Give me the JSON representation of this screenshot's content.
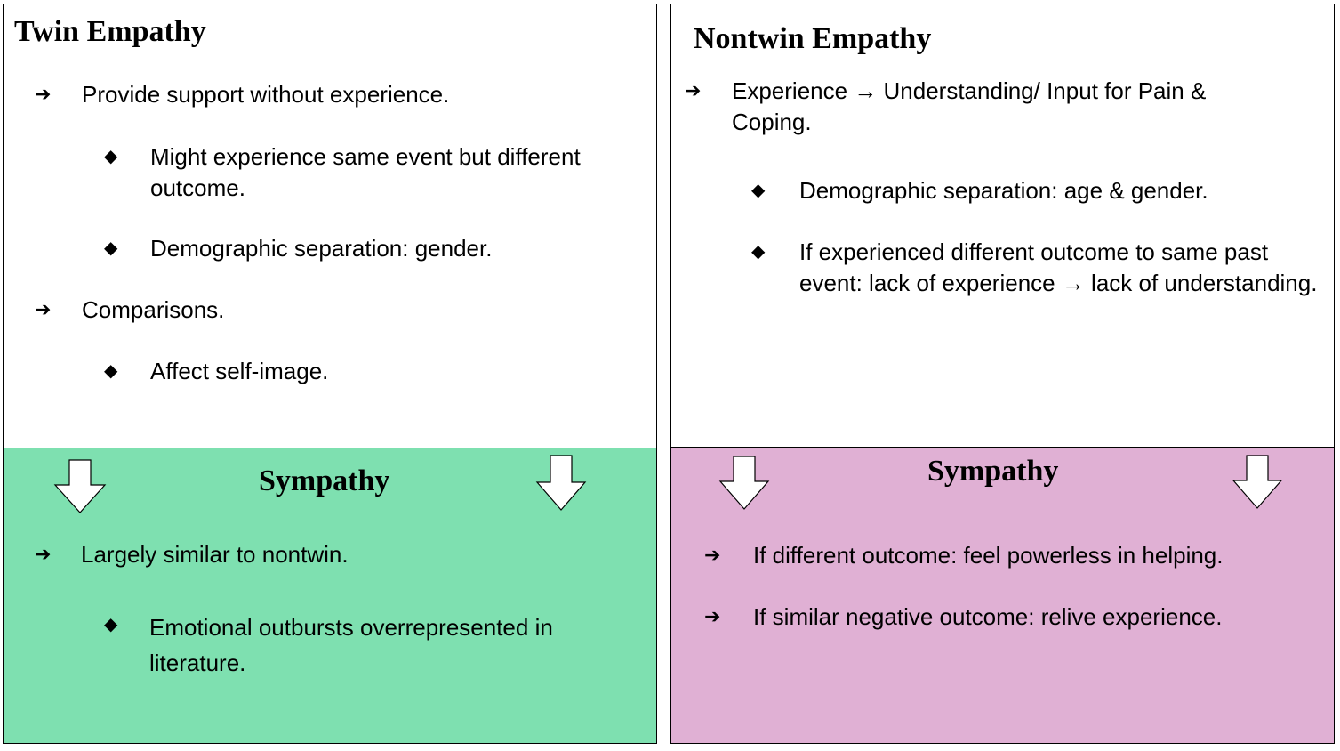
{
  "twin_empathy": {
    "title": "Twin Empathy",
    "items": [
      {
        "marker": "➔",
        "text": "Provide support without experience."
      },
      {
        "marker": "◆",
        "text": "Might experience same event but different outcome."
      },
      {
        "marker": "◆",
        "text": "Demographic separation: gender."
      },
      {
        "marker": "➔",
        "text": "Comparisons."
      },
      {
        "marker": "◆",
        "text": "Affect self-image."
      }
    ]
  },
  "nontwin_empathy": {
    "title": "Nontwin Empathy",
    "items": [
      {
        "marker": "➔",
        "text": "Experience → Understanding/ Input for Pain & Coping."
      },
      {
        "marker": "◆",
        "text": "Demographic separation: age & gender."
      },
      {
        "marker": "◆",
        "text": "If experienced different outcome to same past event: lack of experience → lack of understanding."
      }
    ]
  },
  "twin_sympathy": {
    "title": "Sympathy",
    "items": [
      {
        "marker": "➔",
        "text": "Largely similar to nontwin."
      },
      {
        "marker": "◆",
        "text": "Emotional outbursts overrepresented in literature."
      }
    ]
  },
  "nontwin_sympathy": {
    "title": "Sympathy",
    "items": [
      {
        "marker": "➔",
        "text": "If different outcome: feel powerless in helping."
      },
      {
        "marker": "➔",
        "text": "If similar negative outcome: relive experience."
      }
    ]
  },
  "colors": {
    "twin_sympathy_fill": "#7ee0b0",
    "nontwin_sympathy_fill": "#e0b0d4",
    "border": "#000000"
  }
}
